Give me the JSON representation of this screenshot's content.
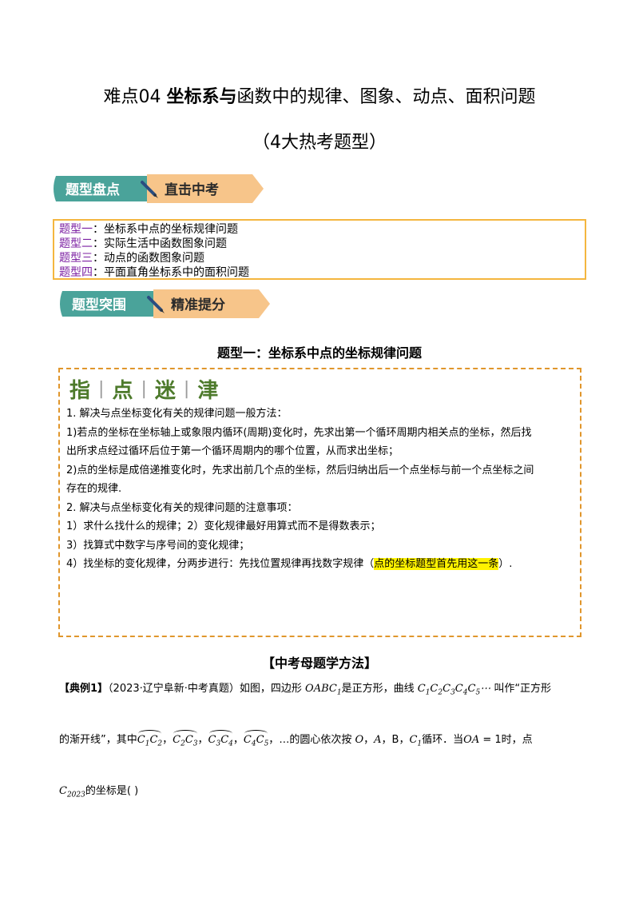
{
  "title": {
    "prefix": "难点04 ",
    "bold": "坐标系与",
    "rest": "函数中的规律、图象、动点、面积问题",
    "subtitle": "（4大热考题型）"
  },
  "banner1": {
    "left": "题型盘点",
    "right": "直击中考"
  },
  "banner2": {
    "left": "题型突围",
    "right": "精准提分"
  },
  "toc": [
    {
      "tag": "题型一",
      "text": "：坐标系中点的坐标规律问题"
    },
    {
      "tag": "题型二",
      "text": "：实际生活中函数图象问题"
    },
    {
      "tag": "题型三",
      "text": "：动点的函数图象问题"
    },
    {
      "tag": "题型四",
      "text": "：平面直角坐标系中的面积问题"
    }
  ],
  "section_title": "题型一：坐标系中点的坐标规律问题",
  "tips": {
    "head": [
      "指",
      "点",
      "迷",
      "津"
    ],
    "lines": [
      "1. 解决与点坐标变化有关的规律问题一般方法：",
      "1)若点的坐标在坐标轴上或象限内循环(周期)变化时，先求出第一个循环周期内相关点的坐标，然后找",
      "出所求点经过循环后位于第一个循环周期内的哪个位置，从而求出坐标；",
      "2)点的坐标是成倍递推变化时，先求出前几个点的坐标，然后归纳出后一个点坐标与前一个点坐标之间",
      "存在的规律.",
      "2. 解决与点坐标变化有关的规律问题的注意事项：",
      "1）求什么找什么的规律；2）变化规律最好用算式而不是得数表示；",
      "3）找算式中数字与序号间的变化规律；"
    ],
    "last_before": "4）找坐标的变化规律，分两步进行：先找位置规律再找数字规律（",
    "last_highlight": "点的坐标题型首先用这一条",
    "last_after": "）."
  },
  "method_title": "【中考母题学方法】",
  "example": {
    "label": "【典例1】",
    "source": "（2023·辽宁阜新·中考真题）如图，四边形",
    "is_square": "是正方形，曲线",
    "called": "叫作“正方形",
    "line2_a": "的渐开线”，其中",
    "line2_b": "…的圆心依次按",
    "line2_c": "循环．当",
    "line2_d": "时，点",
    "line3": "的坐标是(    )"
  }
}
